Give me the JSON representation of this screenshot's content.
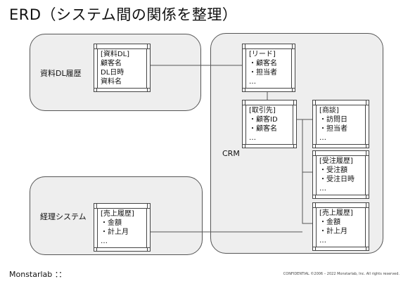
{
  "title": "ERD（システム間の関係を整理）",
  "groups": {
    "dl_history": "資料DL履歴",
    "crm": "CRM",
    "accounting": "経理システム"
  },
  "entities": {
    "dl": {
      "name": "[資料DL]",
      "fields": [
        "顧客名",
        "DL日時",
        "資料名"
      ]
    },
    "lead": {
      "name": "[リード]",
      "fields": [
        "・顧客名",
        "・担当者",
        "…"
      ]
    },
    "client": {
      "name": "[取引先]",
      "fields": [
        "・顧客ID",
        "・顧客名",
        "…"
      ]
    },
    "deal": {
      "name": "[商談]",
      "fields": [
        "・訪問日",
        "・担当者",
        "…"
      ]
    },
    "order": {
      "name": "[受注履歴]",
      "fields": [
        "・受注額",
        "・受注日時",
        "…"
      ]
    },
    "sales_crm": {
      "name": "[売上履歴]",
      "fields": [
        "・金額",
        "・計上月",
        "…"
      ]
    },
    "sales_acc": {
      "name": "[売上履歴]",
      "fields": [
        "・金額",
        "・計上月",
        "…"
      ]
    }
  },
  "footer": {
    "logo": "Monstarlab ：：",
    "copyright": "CONFIDENTIAL ©2006 – 2022 Monstarlab, Inc. All rights reserved."
  }
}
